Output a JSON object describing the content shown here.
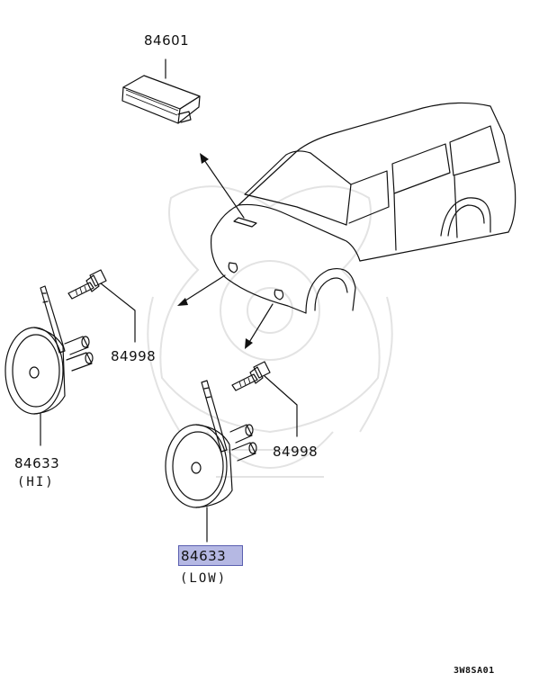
{
  "diagram": {
    "parts": [
      {
        "number": "84601"
      },
      {
        "number": "84998"
      },
      {
        "number": "84998"
      },
      {
        "number": "84633",
        "variant": "(HI)"
      },
      {
        "number": "84633",
        "variant": "(LOW)"
      }
    ],
    "highlight_color": "#b5b8e3",
    "drawing_code": "3W8SA01"
  }
}
